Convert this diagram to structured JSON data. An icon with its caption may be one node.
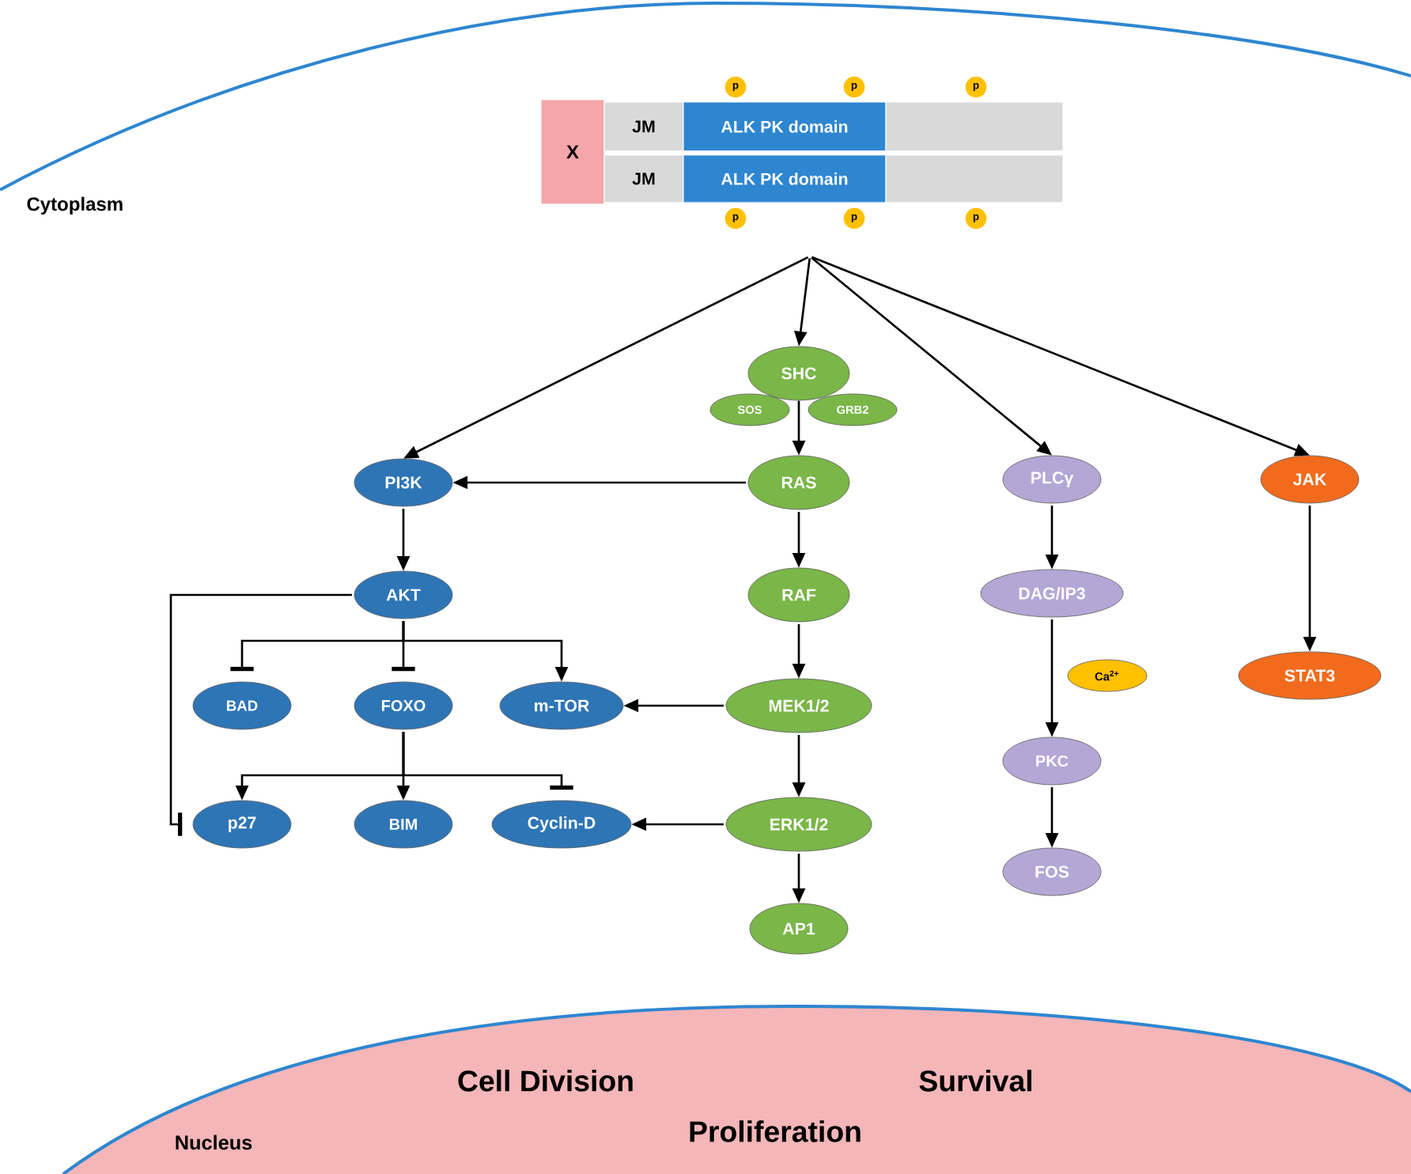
{
  "diagram": {
    "nodes": [
      {
        "text": [
          "X"
        ]
      },
      {
        "text": [
          "JM"
        ]
      },
      {
        "text": [
          "ALK PK domain"
        ]
      },
      {
        "text": [],
        "shape": "box"
      },
      {
        "text": [
          "JM"
        ]
      },
      {
        "text": [
          "ALK PK domain"
        ]
      },
      {
        "text": [],
        "shape": "box"
      },
      {
        "text": [
          "p"
        ]
      },
      {
        "text": [
          "p"
        ]
      },
      {
        "text": [
          "p"
        ]
      },
      {
        "text": [
          "p"
        ]
      },
      {
        "text": [
          "p"
        ]
      },
      {
        "text": [
          "p"
        ]
      },
      {
        "text": [
          "SHC"
        ]
      },
      {
        "text": [
          "SOS"
        ]
      },
      {
        "text": [
          "GRB2"
        ]
      },
      {
        "text": [
          "RAS"
        ]
      },
      {
        "text": [
          "RAF"
        ]
      },
      {
        "text": [
          "MEK1/2"
        ]
      },
      {
        "text": [
          "ERK1/2"
        ]
      },
      {
        "text": [
          "AP1"
        ]
      },
      {
        "text": [
          "PI3K"
        ]
      },
      {
        "text": [
          "AKT"
        ]
      },
      {
        "text": [
          "BAD"
        ]
      },
      {
        "text": [
          "FOXO"
        ]
      },
      {
        "text": [
          "m-TOR"
        ]
      },
      {
        "text": [
          "p27"
        ]
      },
      {
        "text": [
          "BIM"
        ]
      },
      {
        "text": [
          "Cyclin-D"
        ]
      },
      {
        "text": [
          "PLCγ"
        ]
      },
      {
        "text": [
          "DAG/IP3"
        ]
      },
      {
        "text": [
          "Ca$^{2+}$"
        ]
      },
      {
        "text": [
          "PKC"
        ]
      },
      {
        "text": [
          "FOS"
        ]
      },
      {
        "text": [
          "JAK"
        ]
      },
      {
        "text": [
          "STAT3"
        ]
      },
      {
        "text": [
          "Cell Division",
          "Survival",
          "Proliferation",
          "Nucleus"
        ]
      }
    ],
    "edges": [
      {
        "from": null,
        "to": 21,
        "arrow": "to"
      },
      {
        "from": null,
        "to": 13,
        "arrow": "to"
      },
      {
        "from": null,
        "to": 29,
        "arrow": "to"
      },
      {
        "from": null,
        "to": 34,
        "arrow": "to"
      },
      {
        "from": 13,
        "to": 16,
        "arrow": "to"
      },
      {
        "from": 16,
        "to": 21,
        "arrow": "to"
      },
      {
        "from": 21,
        "to": 22,
        "arrow": "to"
      },
      {
        "from": 22,
        "to": 23,
        "arrow": "other"
      },
      {
        "from": 22,
        "to": 24,
        "arrow": "other"
      },
      {
        "from": 22,
        "to": 25,
        "arrow": "to"
      },
      {
        "from": 22,
        "to": 26,
        "arrow": "other"
      },
      {
        "from": 16,
        "to": 17,
        "arrow": "to"
      },
      {
        "from": 17,
        "to": 18,
        "arrow": "to"
      },
      {
        "from": 18,
        "to": 19,
        "arrow": "to"
      },
      {
        "from": 19,
        "to": 20,
        "arrow": "to"
      },
      {
        "from": 18,
        "to": 25,
        "arrow": "to"
      },
      {
        "from": 19,
        "to": 28,
        "arrow": "to"
      },
      {
        "from": 24,
        "to": 26,
        "arrow": "to"
      },
      {
        "from": 24,
        "to": 27,
        "arrow": "to"
      },
      {
        "from": 24,
        "to": 28,
        "arrow": "other"
      },
      {
        "from": 29,
        "to": 30,
        "arrow": "to"
      },
      {
        "from": 30,
        "to": 32,
        "arrow": "to"
      },
      {
        "from": 32,
        "to": 33,
        "arrow": "to"
      },
      {
        "from": 34,
        "to": 35,
        "arrow": "to"
      }
    ],
    "labels": [
      "Cytoplasm"
    ]
  }
}
